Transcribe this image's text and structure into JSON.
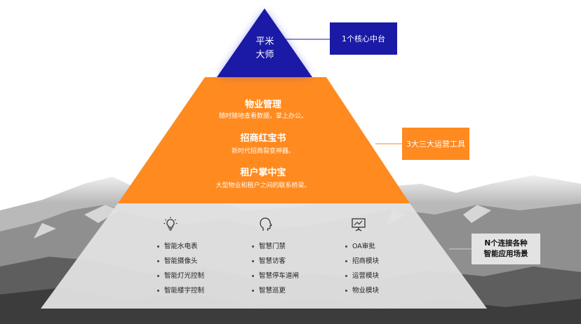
{
  "levels": {
    "top": {
      "title_line1": "平米",
      "title_line2": "大师",
      "color": "#1a1aa6"
    },
    "middle": {
      "color": "#ff8a1f",
      "items": [
        {
          "title": "物业管理",
          "subtitle": "随时随地查看数据，掌上办公。"
        },
        {
          "title": "招商红宝书",
          "subtitle": "新时代招商裂变神器。"
        },
        {
          "title": "租户掌中宝",
          "subtitle": "大型物业和租户之间的联系桥梁。"
        }
      ]
    },
    "bottom": {
      "color": "#dcdcdc",
      "columns": [
        {
          "icon": "lightbulb-icon",
          "items": [
            "智能水电表",
            "智能摄像头",
            "智能灯光控制",
            "智能楼宇控制"
          ]
        },
        {
          "icon": "head-profile-icon",
          "items": [
            "智慧门禁",
            "智慧访客",
            "智慧停车道闸",
            "智慧巡更"
          ]
        },
        {
          "icon": "presentation-board-icon",
          "items": [
            "OA审批",
            "招商模块",
            "运营模块",
            "物业模块"
          ]
        }
      ]
    }
  },
  "callouts": {
    "core": "1个核心中台",
    "tools": "3大三大运营工具",
    "scenes_line1": "N个连接各种",
    "scenes_line2": "智能应用场景"
  }
}
